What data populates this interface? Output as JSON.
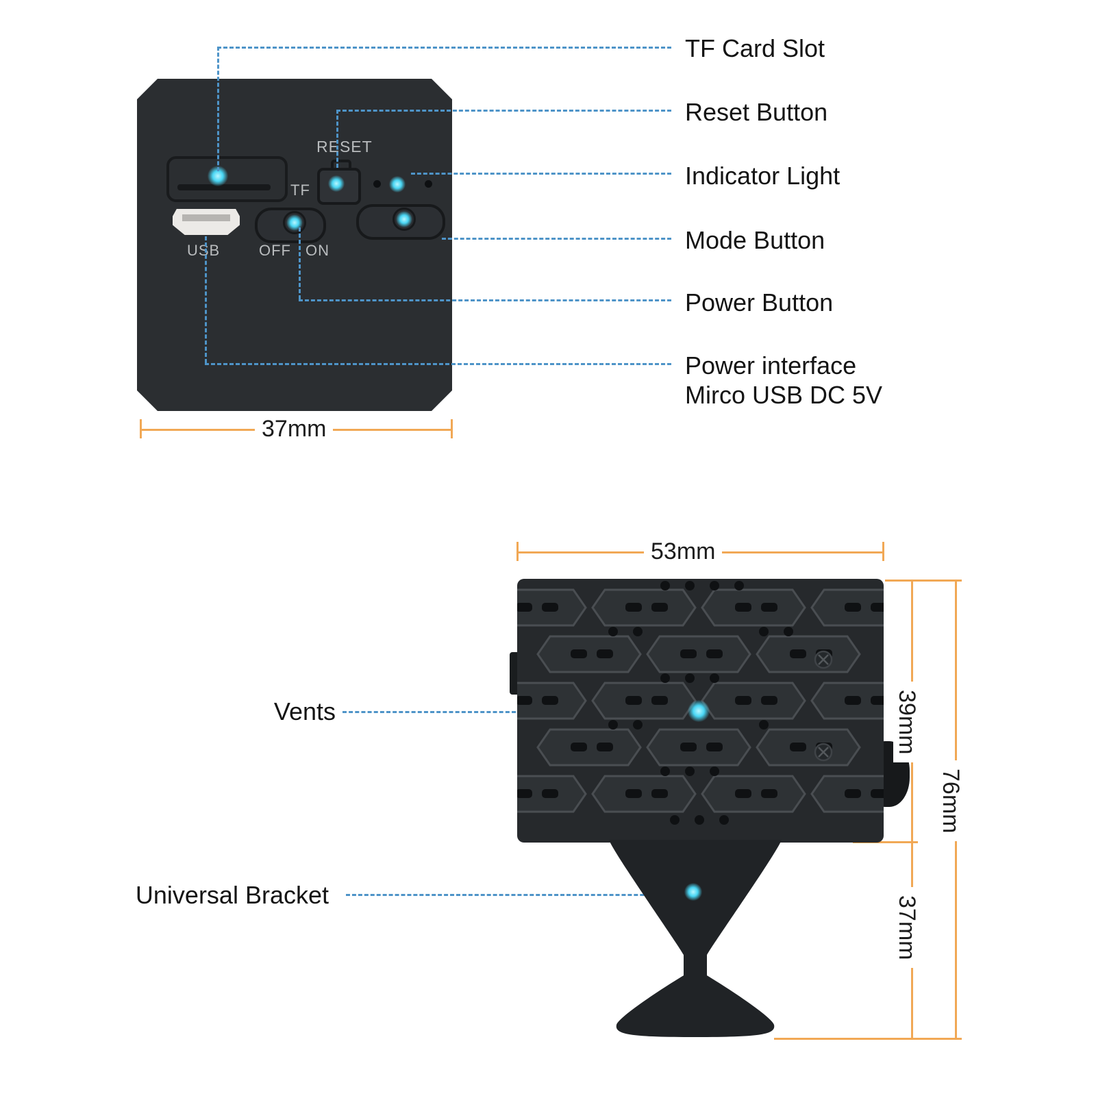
{
  "device_back": {
    "reset_label": "RESET",
    "tf_label": "TF",
    "off_label": "OFF",
    "on_label": "ON",
    "usb_label": "USB",
    "width_dim": "37mm"
  },
  "callouts_back": {
    "tf_card_slot": "TF Card Slot",
    "reset_button": "Reset Button",
    "indicator_light": "Indicator Light",
    "mode_button": "Mode Button",
    "power_button": "Power Button",
    "power_interface_line1": "Power interface",
    "power_interface_line2": "Mirco USB DC 5V"
  },
  "side_view": {
    "vents_label": "Vents",
    "bracket_label": "Universal Bracket",
    "width_dim": "53mm",
    "body_height_dim": "39mm",
    "total_height_dim": "76mm",
    "bracket_height_dim": "37mm"
  },
  "colors": {
    "leader_blue": "#4e94c8",
    "dimension_orange": "#f1a855",
    "glow_cyan": "#49d6f4",
    "device_body": "#2b2e31"
  }
}
